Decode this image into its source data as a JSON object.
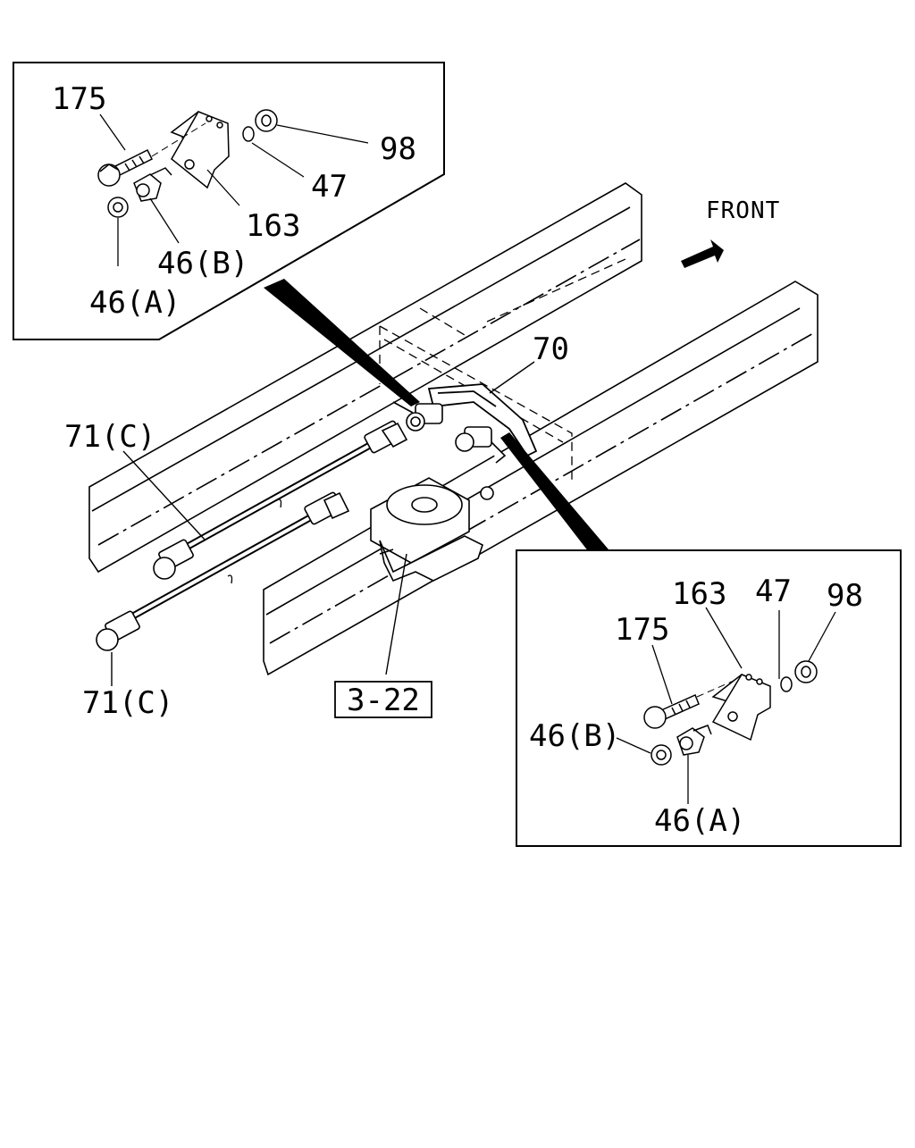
{
  "front_label": "FRONT",
  "ref_box": "3-22",
  "main_labels": {
    "part70": "70",
    "part71_upper": "71(C)",
    "part71_lower": "71(C)"
  },
  "inset_top": {
    "p175": "175",
    "p98": "98",
    "p47": "47",
    "p163": "163",
    "p46b": "46(B)",
    "p46a": "46(A)"
  },
  "inset_bottom": {
    "p163": "163",
    "p47": "47",
    "p98": "98",
    "p175": "175",
    "p46b": "46(B)",
    "p46a": "46(A)"
  }
}
